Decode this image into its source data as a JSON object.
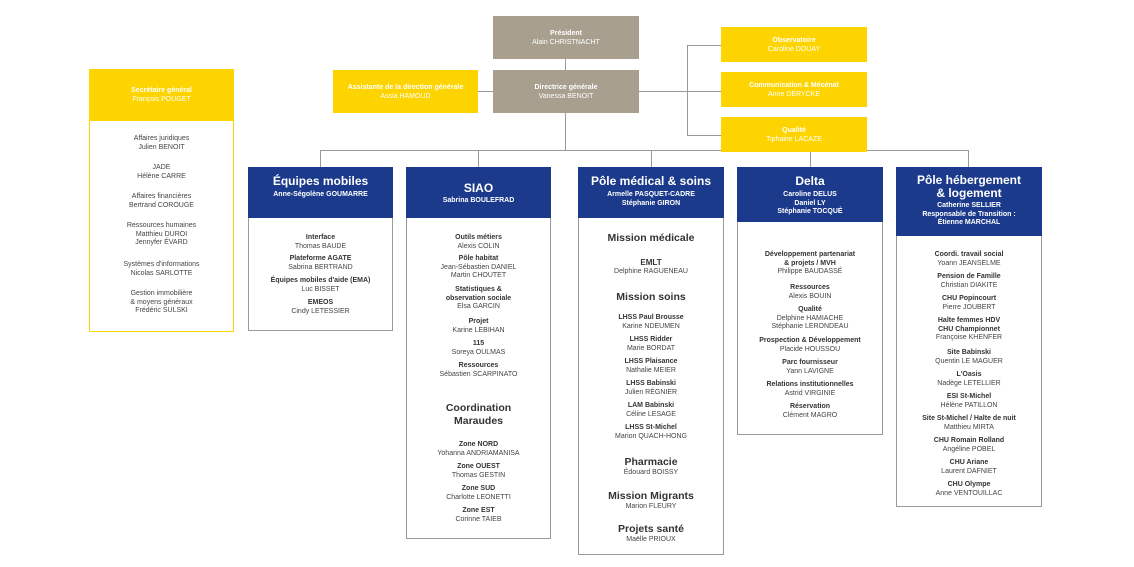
{
  "president": {
    "title": "Président",
    "name": "Alain CHRISTNACHT"
  },
  "directrice": {
    "title": "Directrice générale",
    "name": "Vanessa BENOIT"
  },
  "assistante": {
    "title": "Assistante de la direction générale",
    "name": "Assia HAMOUD"
  },
  "observatoire": {
    "title": "Observatoire",
    "name": "Caroline DOUAY"
  },
  "communication": {
    "title": "Communication & Mécénat",
    "name": "Anne DERYCKE"
  },
  "qualite": {
    "title": "Qualité",
    "name": "Tiphaine LACAZE"
  },
  "secretaire": {
    "title": "Secrétaire général",
    "name": "François POUGET",
    "items": [
      [
        "Affaires juridiques",
        "Julien BENOIT"
      ],
      [
        "JADE",
        "Hélène CARRE"
      ],
      [
        "Affaires financières",
        "Bertrand COROUGE"
      ],
      [
        "Ressources humaines",
        "Matthieu DUROI",
        "Jennyfer ÉVARD"
      ],
      [
        "Systèmes d'informations",
        "Nicolas SARLOTTE"
      ],
      [
        "Gestion immobilière",
        "& moyens généraux",
        "Frédéric SULSKI"
      ]
    ]
  },
  "equipes": {
    "title": "Équipes mobiles",
    "sub": "Anne-Ségolène GOUMARRE",
    "items": [
      {
        "n": "Interface",
        "p": "Thomas BAUDE"
      },
      {
        "n": "Plateforme AGATE",
        "p": "Sabrina BERTRAND"
      },
      {
        "n": "Équipes mobiles d'aide (EMA)",
        "p": "Luc BISSET"
      },
      {
        "n": "EMEOS",
        "p": "Cindy LETESSIER"
      }
    ]
  },
  "siao": {
    "title": "SIAO",
    "sub": "Sabrina BOULEFRAD",
    "items": [
      {
        "n": "Outils métiers",
        "p": "Alexis COLIN"
      },
      {
        "n": "Pôle habitat",
        "p": "Jean-Sébastien DANIEL",
        "p2": "Martin CHOUTET"
      },
      {
        "n": "Statistiques &",
        "n2": "observation sociale",
        "p": "Elsa GARCIN"
      },
      {
        "n": "Projet",
        "p": "Karine LEBIHAN"
      },
      {
        "n": "115",
        "p": "Soreya OULMAS"
      },
      {
        "n": "Ressources",
        "p": "Sébastien SCARPINATO"
      }
    ],
    "coord_title": "Coordination",
    "coord_title2": "Maraudes",
    "zones": [
      {
        "n": "Zone NORD",
        "p": "Yohanna ANDRIAMANISA"
      },
      {
        "n": "Zone OUEST",
        "p": "Thomas GESTIN"
      },
      {
        "n": "Zone SUD",
        "p": "Charlotte LEONETTI"
      },
      {
        "n": "Zone EST",
        "p": "Corinne TAIEB"
      }
    ]
  },
  "pole_medical": {
    "title": "Pôle médical & soins",
    "sub1": "Armelle PASQUET-CADRE",
    "sub2": "Stéphanie GIRON",
    "mission_medicale": "Mission médicale",
    "emlt": {
      "n": "EMLT",
      "p": "Delphine RAGUENEAU"
    },
    "mission_soins": "Mission soins",
    "soins": [
      {
        "n": "LHSS Paul Brousse",
        "p": "Karine NDEUMEN"
      },
      {
        "n": "LHSS Ridder",
        "p": "Marie BORDAT"
      },
      {
        "n": "LHSS Plaisance",
        "p": "Nathalie MEIER"
      },
      {
        "n": "LHSS Babinski",
        "p": "Julien RÉGNIER"
      },
      {
        "n": "LAM Babinski",
        "p": "Céline LESAGE"
      },
      {
        "n": "LHSS St-Michel",
        "p": "Marion QUACH-HONG"
      }
    ],
    "pharmacie": "Pharmacie",
    "pharmacie_p": "Édouard BOISSY",
    "migrants": "Mission Migrants",
    "migrants_p": "Marion FLEURY",
    "projets": "Projets santé",
    "projets_p": "Maëlle PRIOUX"
  },
  "delta": {
    "title": "Delta",
    "sub1": "Caroline DELUS",
    "sub2": "Daniel LY",
    "sub3": "Stéphanie TOCQUÉ",
    "items": [
      {
        "n": "Développement partenariat",
        "n2": "& projets / MVH",
        "p": "Philippe BAUDASSÉ"
      },
      {
        "n": "Ressources",
        "p": "Alexis BOUIN"
      },
      {
        "n": "Qualité",
        "p": "Delphine HAMIACHE",
        "p2": "Stéphanie LERONDEAU"
      },
      {
        "n": "Prospection & Développement",
        "p": "Placide HOUSSOU"
      },
      {
        "n": "Parc fournisseur",
        "p": "Yann LAVIGNE"
      },
      {
        "n": "Relations institutionnelles",
        "p": "Astrid VIRGINIE"
      },
      {
        "n": "Réservation",
        "p": "Clément MAGRO"
      }
    ]
  },
  "hebergement": {
    "title": "Pôle hébergement",
    "title2": "& logement",
    "sub1": "Catherine SELLIER",
    "sub2": "Responsable de Transition :",
    "sub3": "Étienne MARCHAL",
    "items": [
      {
        "n": "Coordi. travail social",
        "p": "Yoann JEANSELME"
      },
      {
        "n": "Pension de Famille",
        "p": "Christian DIAKITE"
      },
      {
        "n": "CHU Popincourt",
        "p": "Pierre JOUBERT"
      },
      {
        "n": "Halte femmes HDV",
        "n2": "CHU Championnet",
        "p": "Françoise KHENFER"
      },
      {
        "n": "Site Babinski",
        "p": "Quentin LE MAGUER"
      },
      {
        "n": "L'Oasis",
        "p": "Nadège LETELLIER"
      },
      {
        "n": "ESI St-Michel",
        "p": "Hélène PATILLON"
      },
      {
        "n": "Site St-Michel / Halte de nuit",
        "p": "Matthieu MIRTA"
      },
      {
        "n": "CHU Romain Rolland",
        "p": "Angéline POBEL"
      },
      {
        "n": "CHU Ariane",
        "p": "Laurent DAFNIET"
      },
      {
        "n": "CHU Olympe",
        "p": "Anne VENTOUILLAC"
      }
    ]
  }
}
